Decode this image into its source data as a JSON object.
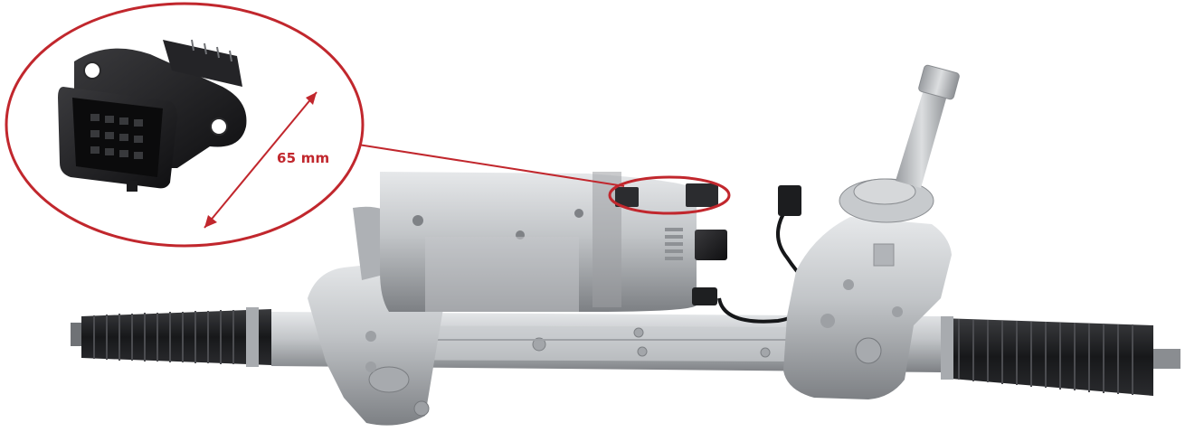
{
  "annotation": {
    "dimension_label": "65 mm",
    "color": "#c1272d"
  },
  "palette": {
    "housing_metal": "#b9bcbf",
    "housing_shadow": "#7f8286",
    "boot_rubber": "#1b1c1e",
    "connector_plastic": "#1a1a1c",
    "background": "#ffffff"
  },
  "icons": {
    "connector": "connector-photo",
    "steering_rack": "steering-rack-photo"
  }
}
